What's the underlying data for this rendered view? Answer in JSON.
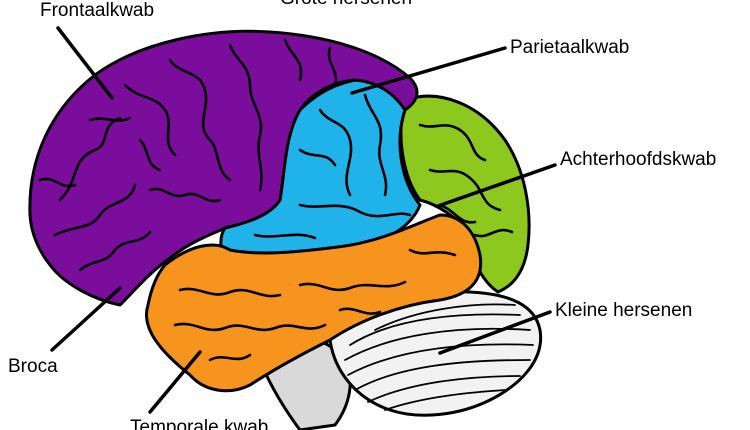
{
  "diagram": {
    "labels": {
      "frontal": "Frontaalkwab",
      "cerebrum": "Grote hersenen",
      "parietal": "Parietaalkwab",
      "occipital": "Achterhoofdskwab",
      "cerebellum": "Kleine hersenen",
      "broca": "Broca",
      "temporal": "Temporale kwab"
    },
    "colors": {
      "frontal": "#7b0d9c",
      "parietal": "#1fb3ea",
      "occipital": "#8cc81e",
      "temporal": "#f7941d",
      "cerebellum": "#f2f2f2",
      "brainstem": "#d9d9d9"
    }
  }
}
